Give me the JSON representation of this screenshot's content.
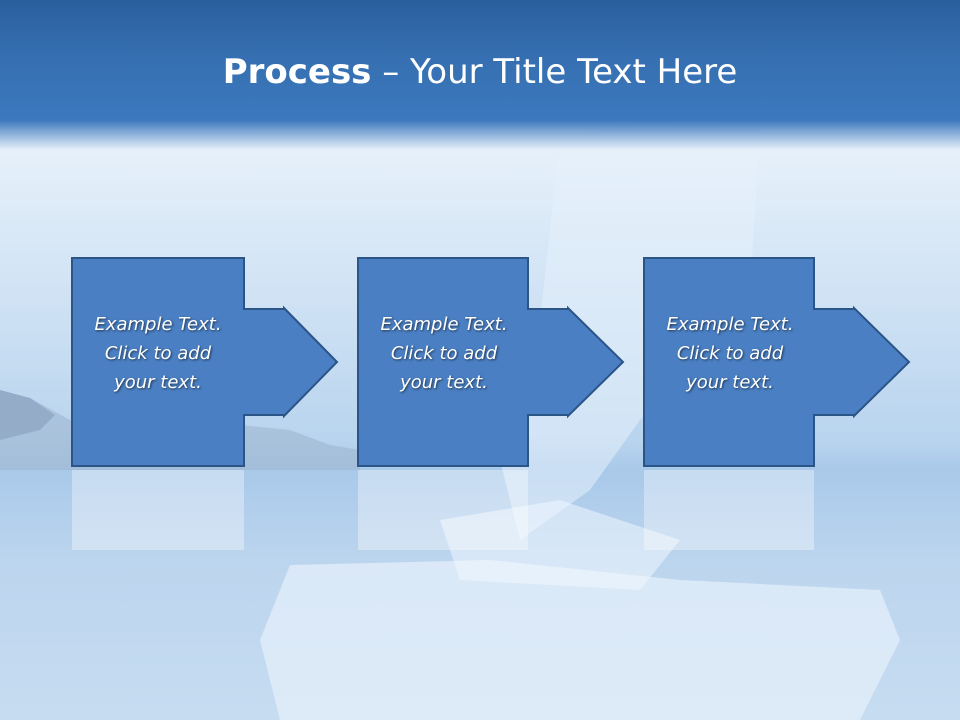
{
  "slide": {
    "title_bold": "Process",
    "title_rest": " – Your Title Text Here",
    "steps": [
      {
        "line1": "Example Text.",
        "line2": "Click  to add",
        "line3": "your text."
      },
      {
        "line1": "Example Text.",
        "line2": "Click  to add",
        "line3": "your text."
      },
      {
        "line1": "Example Text.",
        "line2": "Click  to add",
        "line3": "your text."
      }
    ]
  },
  "colors": {
    "header": "#3670b2",
    "step_fill": "#4a7fc3",
    "step_border": "#2b5487",
    "text": "#ffffff"
  },
  "icons": [
    "arrow-right-icon"
  ]
}
